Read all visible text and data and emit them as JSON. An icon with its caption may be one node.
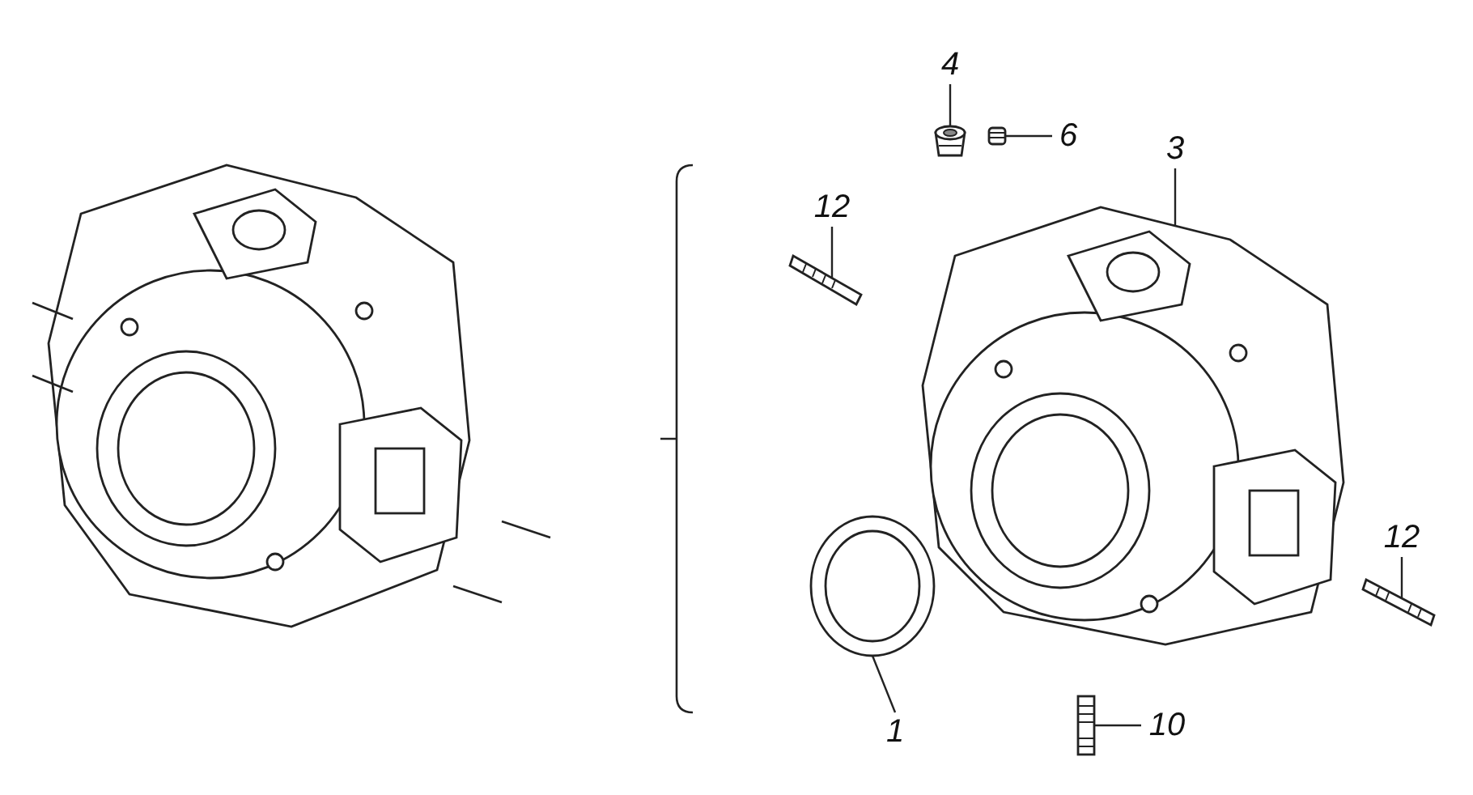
{
  "diagram": {
    "nodes": [
      {
        "text": [
          "4"
        ]
      },
      {
        "text": [],
        "shape": "picture"
      },
      {
        "text": [
          "6"
        ]
      },
      {
        "text": [],
        "shape": "picture"
      },
      {
        "text": [
          "3"
        ]
      },
      {
        "text": [],
        "shape": "picture"
      },
      {
        "text": [
          "12"
        ]
      },
      {
        "text": [],
        "shape": "picture"
      },
      {
        "text": [
          "1"
        ]
      },
      {
        "text": [],
        "shape": "picture"
      },
      {
        "text": [
          "10"
        ]
      },
      {
        "text": [],
        "shape": "picture"
      },
      {
        "text": [
          "12"
        ]
      },
      {
        "text": [],
        "shape": "picture"
      }
    ],
    "edges": [
      {
        "from": 0,
        "to": 1,
        "arrow": "none"
      },
      {
        "from": 2,
        "to": 3,
        "arrow": "none"
      },
      {
        "from": 4,
        "to": 5,
        "arrow": "none"
      },
      {
        "from": 6,
        "to": 7,
        "arrow": "none"
      },
      {
        "from": 8,
        "to": 9,
        "arrow": "none"
      },
      {
        "from": 10,
        "to": 11,
        "arrow": "none"
      },
      {
        "from": 12,
        "to": 13,
        "arrow": "none"
      }
    ]
  }
}
